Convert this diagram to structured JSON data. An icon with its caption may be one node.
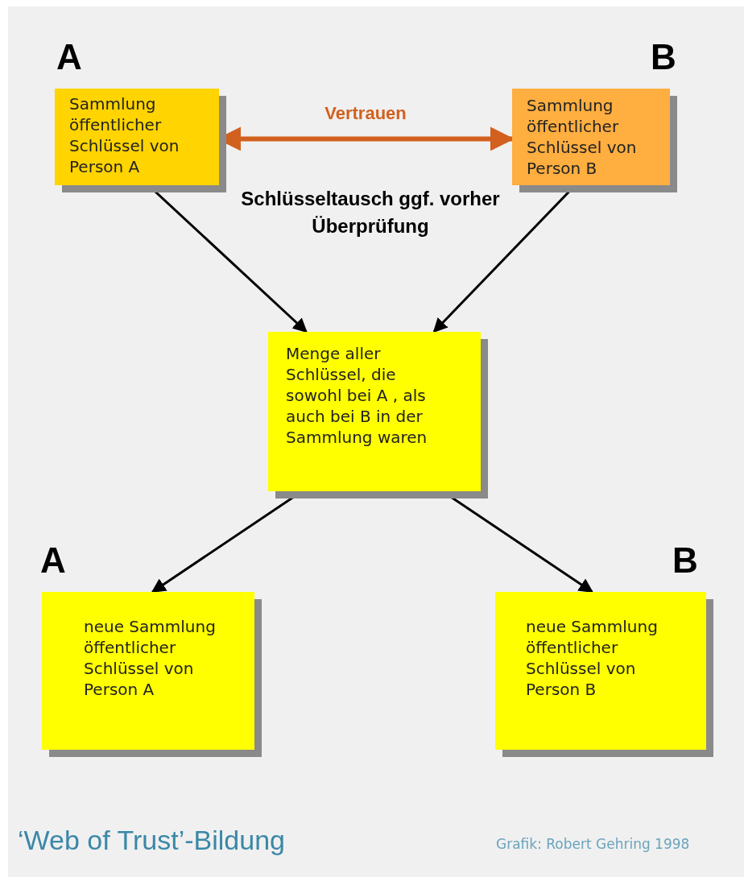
{
  "diagram": {
    "title": "‘Web of Trust’-Bildung",
    "caption": "Grafik: Robert Gehring 1998",
    "nodes": [
      {
        "text": [
          "A",
          "Sammlung öffentlicher Schlüssel von Person A"
        ]
      },
      {
        "text": [
          "B",
          "Sammlung öffentlicher Schlüssel von Person B"
        ]
      },
      {
        "text": [
          "Menge aller Schlüssel, die sowohl bei A , als auch bei B in der Sammlung waren"
        ]
      },
      {
        "text": [
          "A",
          "neue Sammlung öffentlicher Schlüssel von Person A"
        ]
      },
      {
        "text": [
          "B",
          "neue Sammlung öffentlicher Schlüssel von Person B"
        ]
      }
    ],
    "edges": [
      {
        "from": 0,
        "to": 1,
        "arrow": "both",
        "label": "Vertrauen",
        "style": "thick",
        "color": "#d2601e"
      },
      {
        "from": 0,
        "to": 2,
        "arrow": "to"
      },
      {
        "from": 1,
        "to": 2,
        "arrow": "to"
      },
      {
        "from": 2,
        "to": 3,
        "arrow": "to"
      },
      {
        "from": 2,
        "to": 4,
        "arrow": "to"
      }
    ],
    "labels": [
      "Schlüsseltausch ggf. vorher Überprüfung"
    ]
  }
}
